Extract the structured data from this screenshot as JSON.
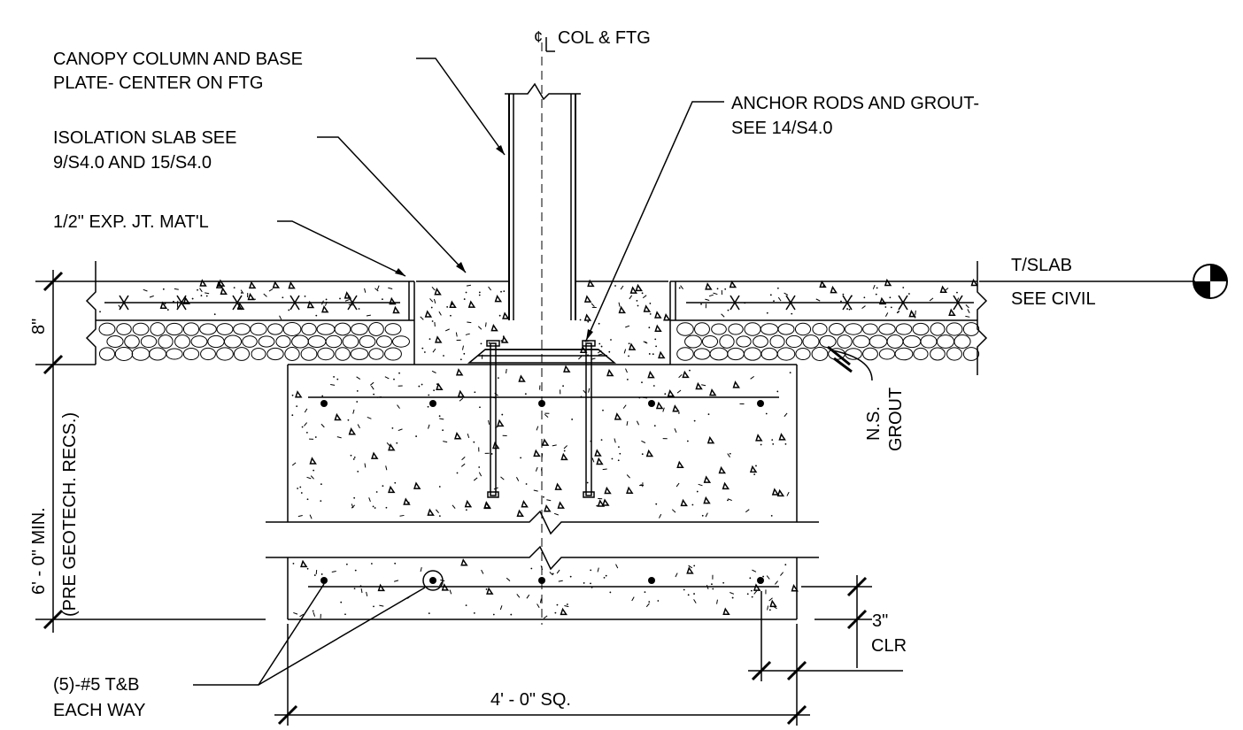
{
  "labels": {
    "centerline": "COL & FTG",
    "column_line1": "CANOPY COLUMN AND BASE",
    "column_line2": "PLATE- CENTER ON FTG",
    "slab_line1": "ISOLATION SLAB SEE",
    "slab_line2": "9/S4.0 AND 15/S4.0",
    "expjt": "1/2\" EXP. JT. MAT'L",
    "anchor_line1": "ANCHOR RODS AND GROUT-",
    "anchor_line2": "SEE 14/S4.0",
    "tslab": "T/SLAB",
    "seecivil": "SEE CIVIL",
    "ns": "N.S.",
    "grout": "GROUT",
    "dim_slab": "8\"",
    "dim_depth": "6' - 0\" MIN.",
    "dim_depth_note": "(PRE GEOTECH. RECS.)",
    "clr_value": "3\"",
    "clr_label": "CLR",
    "rebar_line1": "(5)-#5 T&B",
    "rebar_line2": "EACH WAY",
    "width": "4' - 0\"  SQ."
  },
  "colors": {
    "ink": "#000000",
    "paper": "#ffffff"
  }
}
